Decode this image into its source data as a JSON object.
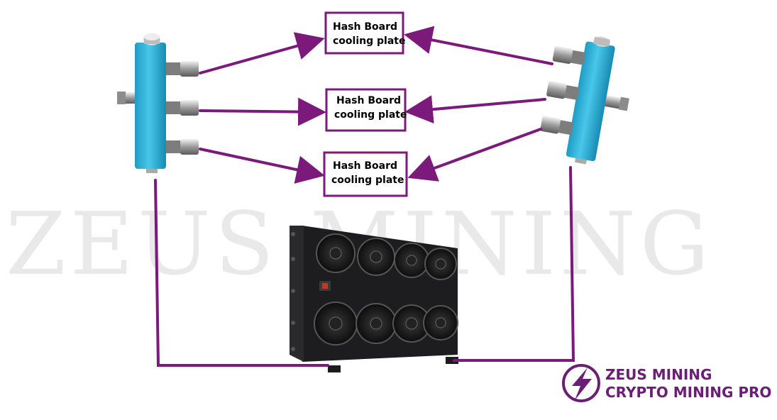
{
  "watermark": "ZEUS MINING",
  "boxes": [
    {
      "line1": "Hash Board",
      "line2": "cooling plate"
    },
    {
      "line1": "Hash Board",
      "line2": "cooling plate"
    },
    {
      "line1": "Hash Board",
      "line2": "cooling plate"
    }
  ],
  "brand": {
    "line1": "ZEUS MINING",
    "line2": "CRYPTO MINING PRO",
    "icon": "lightning-bolt-icon"
  },
  "colors": {
    "connector": "#7b1a7b",
    "manifold": "#2fb6dc",
    "miner": "#1d1d1f"
  }
}
